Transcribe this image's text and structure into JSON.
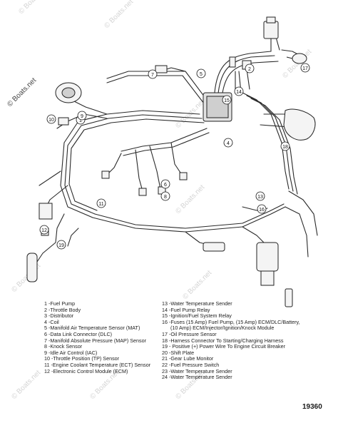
{
  "watermark": {
    "main": "© Boats.net",
    "faded": "© Boats.net"
  },
  "diagram_id": "19360",
  "callouts": [
    "1",
    "2",
    "4",
    "5",
    "6",
    "7",
    "8",
    "9",
    "10",
    "11",
    "12",
    "13",
    "14",
    "15",
    "16",
    "17",
    "18",
    "19"
  ],
  "legend_left": [
    "1 -Fuel Pump",
    "2 -Throttle Body",
    "3 -Distributor",
    "4 -Coil",
    "5 -Manifold Air Temperature Sensor (MAT)",
    "6 -Data Link Connector (DLC)",
    "7 -Manifold Absolute Pressure (MAP) Sensor",
    "8 -Knock Sensor",
    "9 -Idle Air Control (IAC)",
    "10 -Throttle Position (TP) Sensor",
    "11 -Engine Coolant Temperature (ECT) Sensor",
    "12 -Electronic Control Module (ECM)"
  ],
  "legend_right": [
    "13 -Water Temperature Sender",
    "14 -Fuel Pump Relay",
    "15 -Ignition/Fuel System Relay",
    "16 -Fuses (15 Amp) Fuel Pump, (15 Amp) ECM/DLC/Battery,",
    "      (10 Amp) ECM/Injector/Ignition/Knock Module",
    "17 -Oil Pressure Sensor",
    "18 -Harness Connector To Starting/Charging Harness",
    "19 - Positive (+) Power Wire To Engine Circuit Breaker",
    "20 -Shift Plate",
    "21 -Gear Lube Monitor",
    "22 -Fuel Pressure Switch",
    "23 -Water Temperature Sender",
    "24 -Water Temperature Sender"
  ]
}
